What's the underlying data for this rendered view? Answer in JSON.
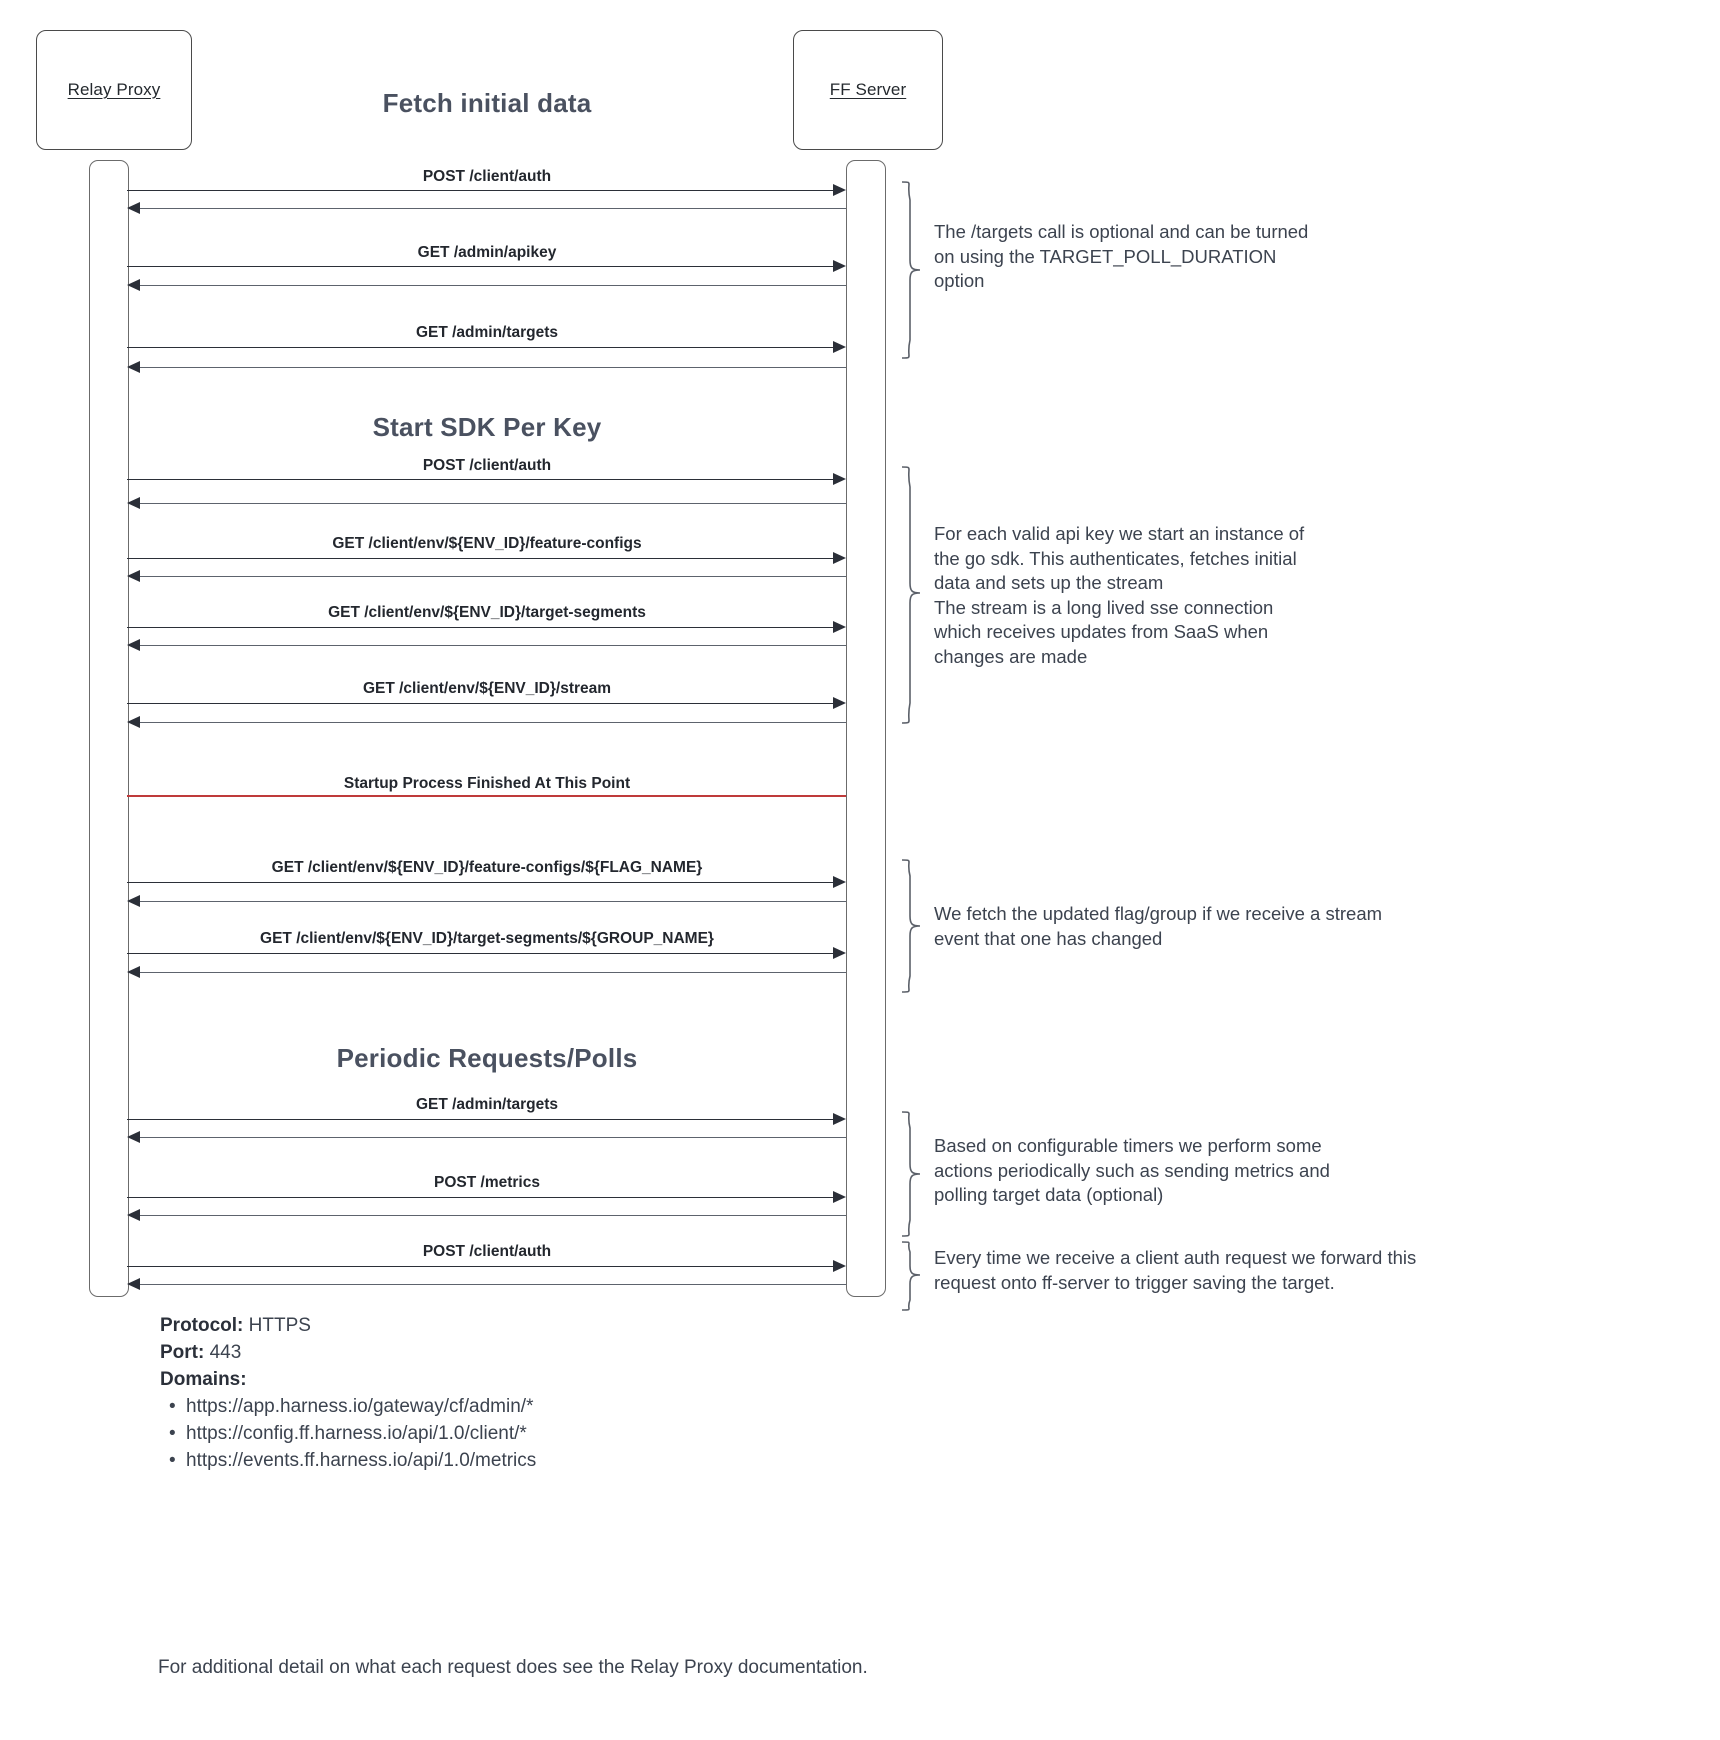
{
  "diagram": {
    "type": "sequence-diagram",
    "actors": [
      {
        "id": "relay-proxy",
        "label": "Relay Proxy"
      },
      {
        "id": "ff-server",
        "label": "FF Server"
      }
    ],
    "sections": [
      {
        "id": "fetch-initial-data",
        "title": "Fetch initial data"
      },
      {
        "id": "start-sdk-per-key",
        "title": "Start SDK Per Key"
      },
      {
        "id": "periodic-requests",
        "title": "Periodic Requests/Polls"
      }
    ],
    "messages": [
      {
        "label": "POST /client/auth",
        "direction": "request"
      },
      {
        "label": "GET /admin/apikey",
        "direction": "request"
      },
      {
        "label": "GET /admin/targets",
        "direction": "request"
      },
      {
        "label": "POST /client/auth",
        "direction": "request"
      },
      {
        "label": "GET /client/env/${ENV_ID}/feature-configs",
        "direction": "request"
      },
      {
        "label": "GET /client/env/${ENV_ID}/target-segments",
        "direction": "request"
      },
      {
        "label": "GET /client/env/${ENV_ID}/stream",
        "direction": "request"
      },
      {
        "label": "GET /client/env/${ENV_ID}/feature-configs/${FLAG_NAME}",
        "direction": "request"
      },
      {
        "label": "GET /client/env/${ENV_ID}/target-segments/${GROUP_NAME}",
        "direction": "request"
      },
      {
        "label": "GET /admin/targets",
        "direction": "request"
      },
      {
        "label": "POST /metrics",
        "direction": "request"
      },
      {
        "label": "POST /client/auth",
        "direction": "request"
      }
    ],
    "divider": {
      "label": "Startup Process Finished At This Point",
      "color": "#bf3a3a"
    },
    "notes": [
      {
        "id": "note-targets-optional",
        "text": "The /targets call is optional and can be turned\non using the TARGET_POLL_DURATION\noption"
      },
      {
        "id": "note-sdk-instance",
        "text": "For each valid api key we start an instance of\nthe go sdk. This authenticates, fetches initial\ndata and sets up the stream\nThe stream is a long lived sse connection\nwhich receives updates from SaaS when\nchanges are made"
      },
      {
        "id": "note-stream-update",
        "text": "We fetch the updated flag/group if we receive a stream\nevent that one has changed"
      },
      {
        "id": "note-periodic-timers",
        "text": "Based on configurable timers we perform some\nactions periodically such as sending metrics and\npolling target data (optional)"
      },
      {
        "id": "note-client-auth-forward",
        "text": "Every time we receive a client auth request we forward this\nrequest onto ff-server to trigger saving the target."
      }
    ]
  },
  "legend": {
    "protocol_label": "Protocol:",
    "protocol_value": "HTTPS",
    "port_label": "Port:",
    "port_value": "443",
    "domains_label": "Domains:",
    "domains": [
      "https://app.harness.io/gateway/cf/admin/*",
      "https://config.ff.harness.io/api/1.0/client/*",
      "https://events.ff.harness.io/api/1.0/metrics"
    ]
  },
  "footnote": {
    "text": "For additional detail on what each request does see the Relay Proxy documentation."
  }
}
